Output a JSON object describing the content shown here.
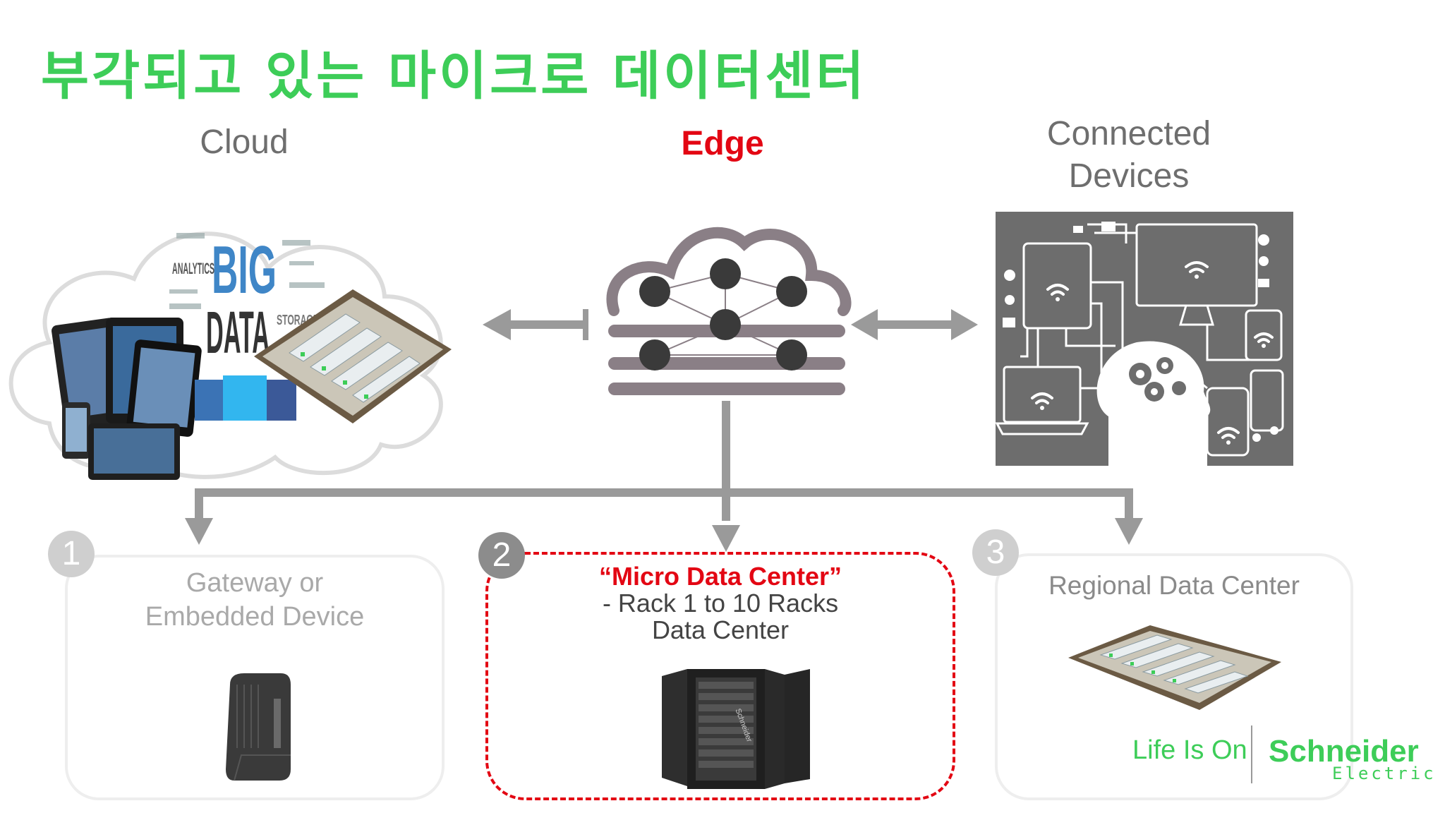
{
  "title": "부각되고 있는 마이크로 데이터센터",
  "columns": {
    "cloud": "Cloud",
    "edge": "Edge",
    "devices_line1": "Connected",
    "devices_line2": "Devices"
  },
  "cloud_art": {
    "big": "BIG",
    "data": "DATA",
    "analytics": "ANALYTICS",
    "storage": "STORAGE"
  },
  "tiers": [
    {
      "number": "1",
      "line1": "Gateway or",
      "line2": "Embedded Device"
    },
    {
      "number": "2",
      "title": "“Micro Data Center”",
      "line1": "- Rack 1 to 10 Racks",
      "line2": "Data Center",
      "rack_brand": "Schneider"
    },
    {
      "number": "3",
      "line1": "Regional Data Center"
    }
  ],
  "branding": {
    "tagline": "Life Is On",
    "brand": "Schneider",
    "brand_sub": "Electric"
  },
  "colors": {
    "title_green": "#3dcd58",
    "edge_red": "#e30613",
    "arrow_gray": "#9a9a9a",
    "edge_icon": "#8a7f86"
  }
}
